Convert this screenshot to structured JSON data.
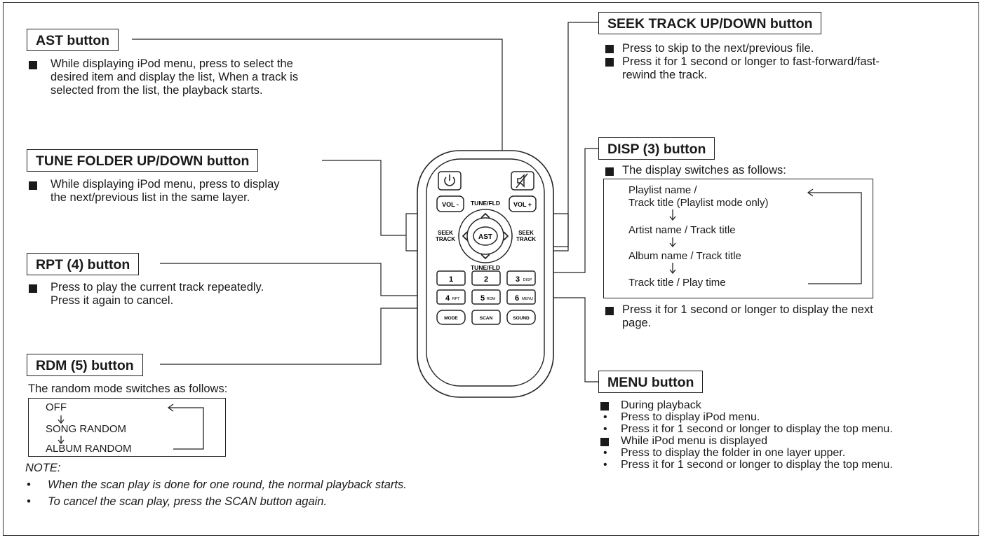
{
  "ast": {
    "title": "AST button",
    "line1": "While displaying iPod menu, press to select the",
    "line2": "desired item and display the list, When a track is",
    "line3": "selected from the list, the playback starts."
  },
  "tune": {
    "title": "TUNE FOLDER UP/DOWN button",
    "line1": "While displaying iPod menu, press to display",
    "line2": "the next/previous list in the same layer."
  },
  "rpt": {
    "title": "RPT (4) button",
    "line1": "Press to play the current track repeatedly.",
    "line2": "Press it again to cancel."
  },
  "rdm": {
    "title": "RDM (5) button",
    "intro": "The random mode switches as follows:",
    "seq": [
      "OFF",
      "SONG RANDOM",
      "ALBUM RANDOM"
    ]
  },
  "note": {
    "label": "NOTE:",
    "items": [
      "When the scan play is done for one round, the normal playback starts.",
      "To cancel the scan play, press the SCAN button again."
    ]
  },
  "seek": {
    "title": "SEEK TRACK UP/DOWN button",
    "line1": "Press to skip to the next/previous file.",
    "line2a": "Press it for 1 second or longer to fast-forward/fast-",
    "line2b": "rewind the track."
  },
  "disp": {
    "title": "DISP (3) button",
    "intro": "The display switches as follows:",
    "seq": [
      "Playlist name /",
      "Track title (Playlist mode only)",
      "Artist name / Track title",
      "Album name / Track title",
      "Track title / Play time"
    ],
    "after1": "Press it for 1 second or longer to display the next",
    "after2": "page."
  },
  "menu": {
    "title": "MENU button",
    "h1": "During playback",
    "b1": "Press to display iPod menu.",
    "b2": "Press it for 1 second or longer to display the top menu.",
    "h2": "While iPod menu is displayed",
    "b3": "Press to display the folder in one layer upper.",
    "b4": "Press it for 1 second or longer to display the top menu."
  },
  "remote": {
    "tune_fld_top": "TUNE/FLD",
    "tune_fld_bottom": "TUNE/FLD",
    "seek_track_left": [
      "SEEK",
      "TRACK"
    ],
    "seek_track_right": [
      "SEEK",
      "TRACK"
    ],
    "vol_minus": "VOL -",
    "vol_plus": "VOL +",
    "ast": "AST",
    "num": [
      {
        "n": "1",
        "sub": ""
      },
      {
        "n": "2",
        "sub": ""
      },
      {
        "n": "3",
        "sub": "DISP"
      },
      {
        "n": "4",
        "sub": "RPT"
      },
      {
        "n": "5",
        "sub": "RDM"
      },
      {
        "n": "6",
        "sub": "MENU"
      }
    ],
    "bottom": [
      "MODE",
      "SCAN",
      "SOUND"
    ],
    "power_icon": "power-icon",
    "mute_icon": "mute-icon"
  }
}
